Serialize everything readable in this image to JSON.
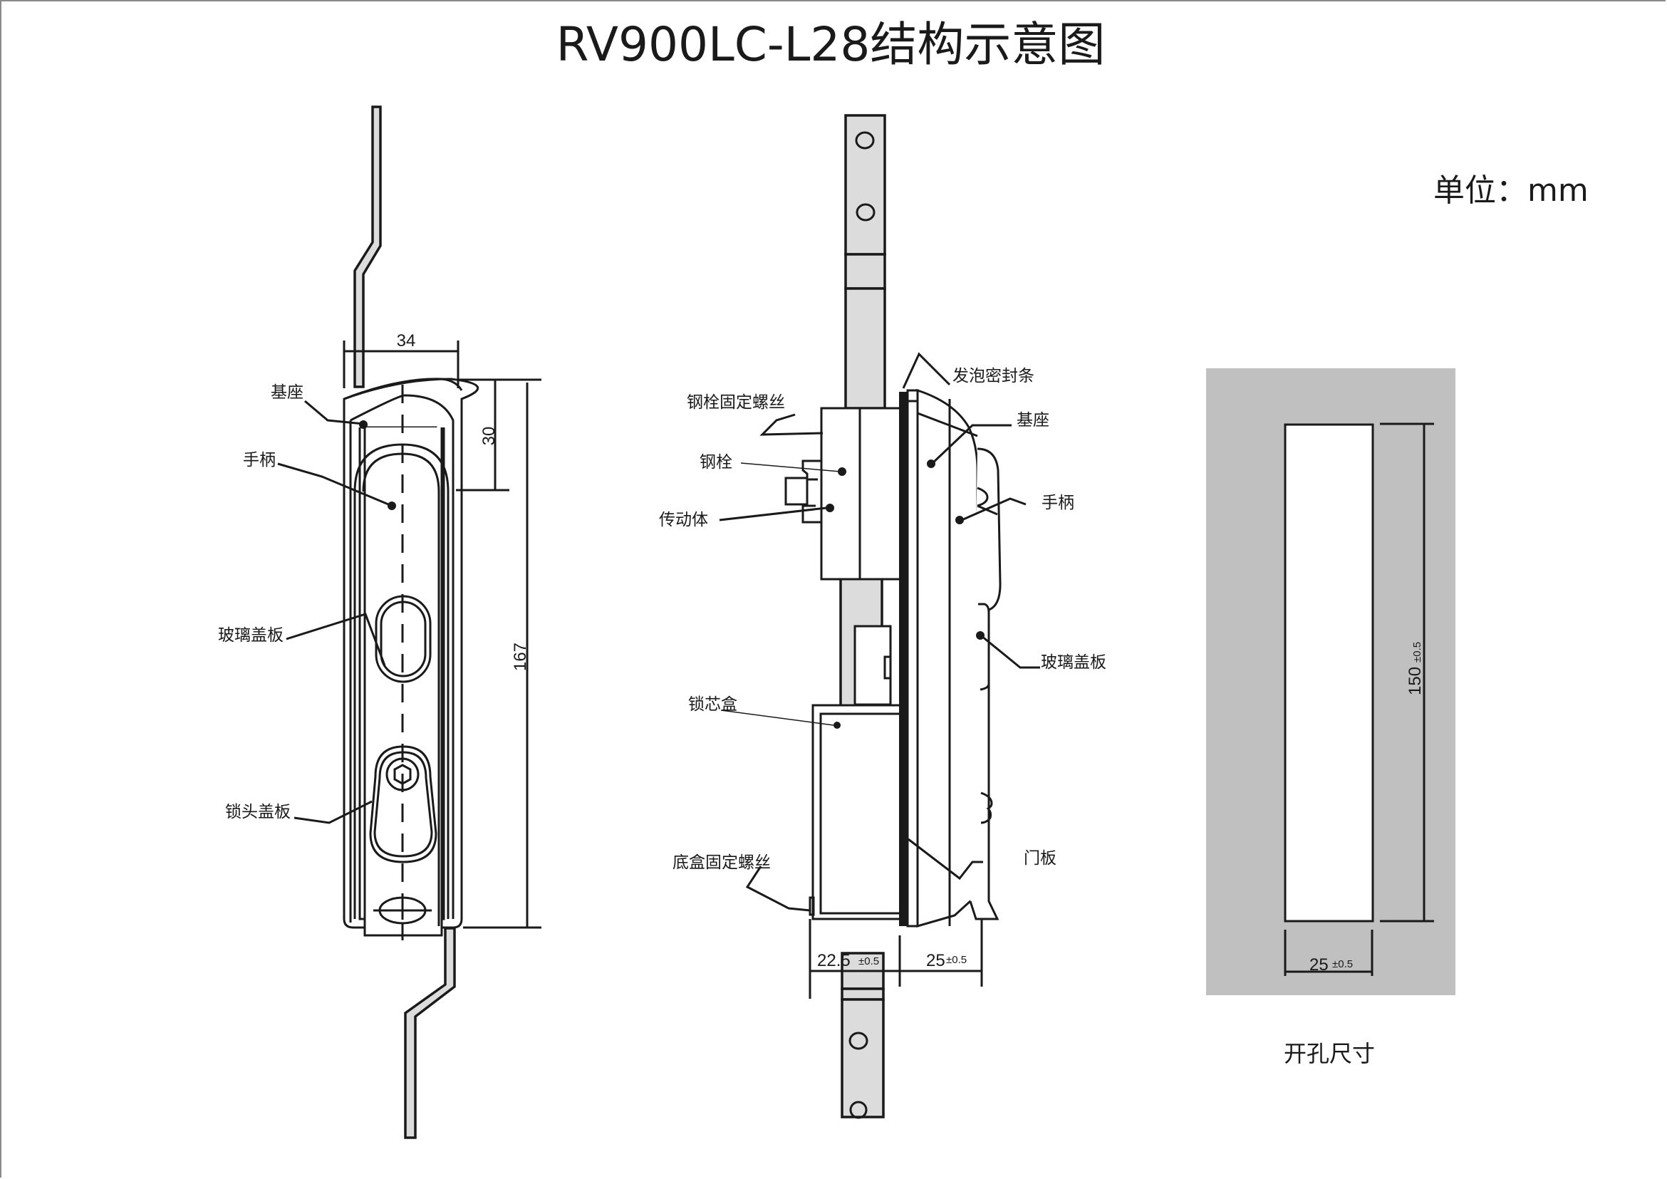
{
  "title": "RV900LC-L28结构示意图",
  "unit_label": "单位：mm",
  "colors": {
    "line": "#1a1a1a",
    "rod_fill": "#dcdcdc",
    "cutout_background": "#c0c0c0",
    "cutout_hole": "#ffffff"
  },
  "front_view": {
    "labels": {
      "base": "基座",
      "handle": "手柄",
      "glass_cover": "玻璃盖板",
      "lock_cover": "锁头盖板"
    },
    "dimensions": {
      "width": "34",
      "top_height": "30",
      "total_height": "167"
    }
  },
  "side_view": {
    "labels": {
      "foam_seal": "发泡密封条",
      "bolt_screw": "钢栓固定螺丝",
      "base": "基座",
      "bolt": "钢栓",
      "drive_body": "传动体",
      "handle": "手柄",
      "glass_cover": "玻璃盖板",
      "lock_core_box": "锁芯盒",
      "box_screw": "底盒固定螺丝",
      "door_panel": "门板"
    },
    "dimensions": {
      "depth_inside": "22.5",
      "depth_inside_tol": "±0.5",
      "depth_outside": "25",
      "depth_outside_tol": "±0.5"
    }
  },
  "cutout": {
    "caption": "开孔尺寸",
    "height": "150",
    "height_tol": "±0.5",
    "width": "25",
    "width_tol": "±0.5"
  }
}
